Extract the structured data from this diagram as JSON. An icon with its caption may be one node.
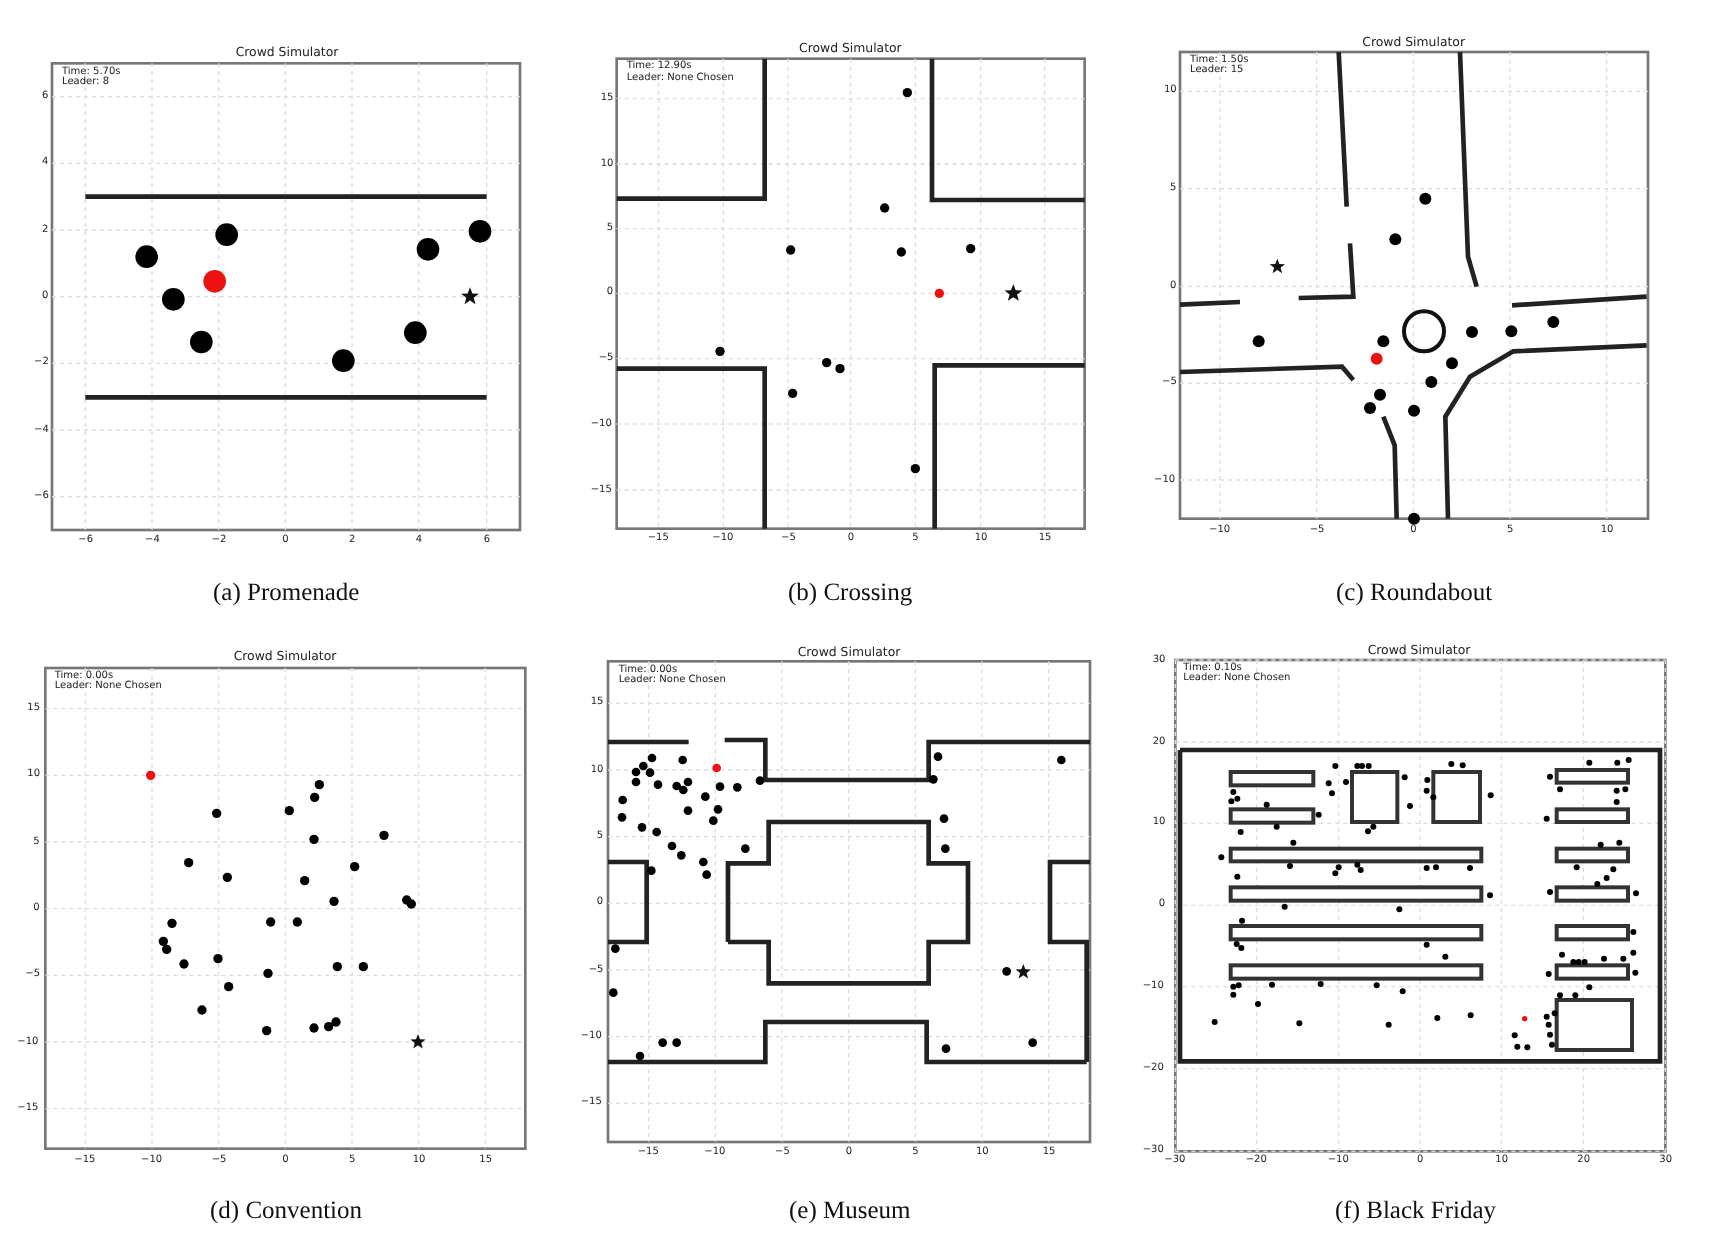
{
  "diagram": {
    "labels": [
      "Crowd Simulator",
      "Time: 5.70s",
      "Leader: 8",
      "6",
      "4",
      "2",
      "0",
      "−2",
      "−4",
      "−6",
      "−6",
      "−4",
      "−2",
      "0",
      "2",
      "4",
      "6",
      "(a) Promenade",
      "Crowd Simulator",
      "Time: 12.90s",
      "Leader: None Chosen",
      "15",
      "10",
      "5",
      "0",
      "−5",
      "−10",
      "−15",
      "−15",
      "−10",
      "−5",
      "0",
      "5",
      "10",
      "15",
      "(b) Crossing",
      "Crowd Simulator",
      "Time: 1.50s",
      "Leader: 15",
      "10",
      "5",
      "0",
      "−5",
      "−10",
      "−10",
      "−5",
      "0",
      "5",
      "10",
      "(c) Roundabout",
      "Crowd Simulator",
      "Time: 0.00s",
      "Leader: None Chosen",
      "15",
      "10",
      "5",
      "0",
      "−5",
      "−10",
      "−15",
      "−15",
      "−10",
      "−5",
      "0",
      "5",
      "10",
      "15",
      "(d) Convention",
      "Crowd Simulator",
      "Time: 0.00s",
      "Leader: None Chosen",
      "15",
      "10",
      "5",
      "0",
      "−5",
      "−10",
      "−15",
      "−15",
      "−10",
      "−5",
      "0",
      "5",
      "10",
      "15",
      "(e) Museum",
      "Crowd Simulator",
      "Time: 0.10s",
      "Leader: None Chosen",
      "30",
      "20",
      "10",
      "0",
      "−10",
      "−20",
      "−30",
      "−30",
      "−20",
      "−10",
      "0",
      "10",
      "20",
      "30",
      "(f) Black Friday"
    ]
  }
}
